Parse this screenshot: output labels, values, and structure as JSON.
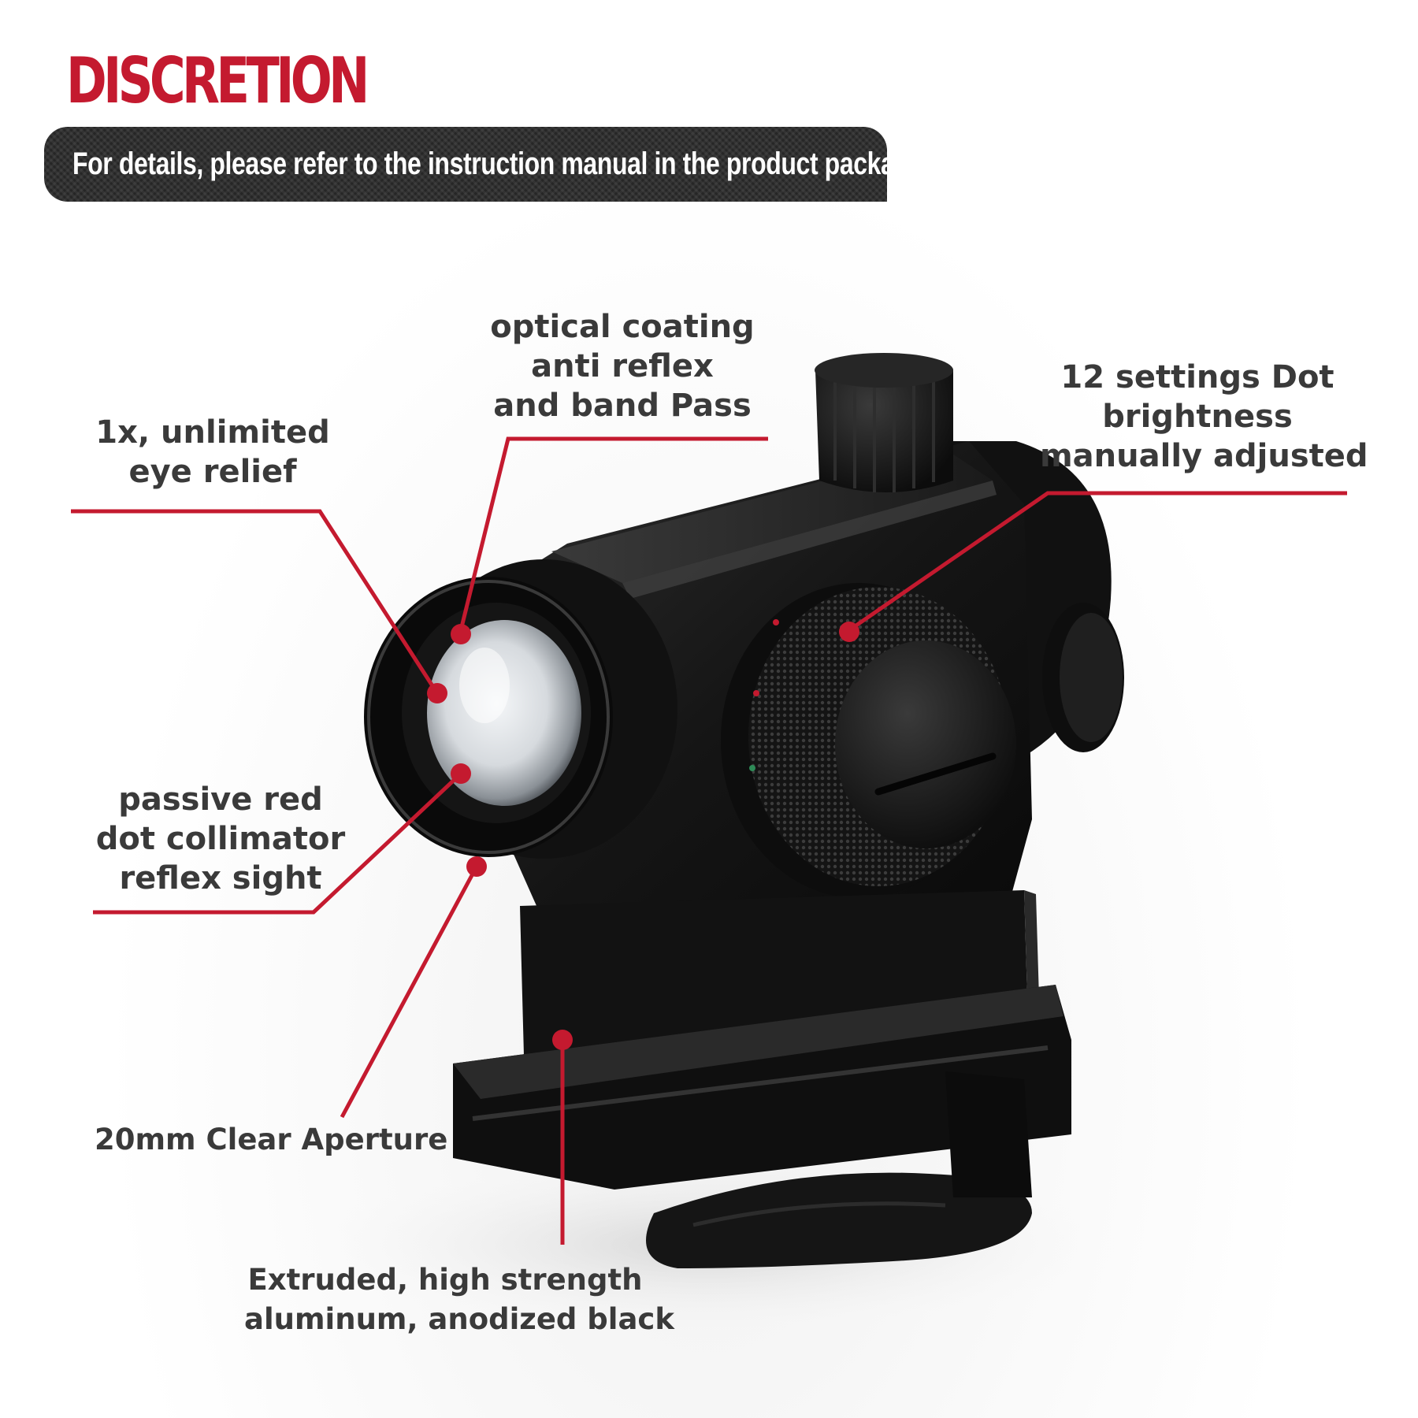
{
  "header": {
    "title": "DISCRETION",
    "banner_text": "For details, please refer to the instruction manual in the product package."
  },
  "callouts": {
    "optical_coating": [
      "optical coating",
      "anti reflex",
      "and band Pass"
    ],
    "brightness": [
      "12 settings Dot",
      "brightness",
      "manually adjusted"
    ],
    "eye_relief": [
      "1x, unlimited",
      "eye relief"
    ],
    "collimator": [
      "passive red",
      "dot collimator",
      "reflex sight"
    ],
    "aperture": [
      "20mm Clear Aperture"
    ],
    "aluminum": [
      "Extruded, high strength",
      "aluminum, anodized black"
    ]
  },
  "colors": {
    "accent_red": "#c41a2f",
    "banner_dark": "#262626",
    "label_text": "#3a3a3a"
  }
}
